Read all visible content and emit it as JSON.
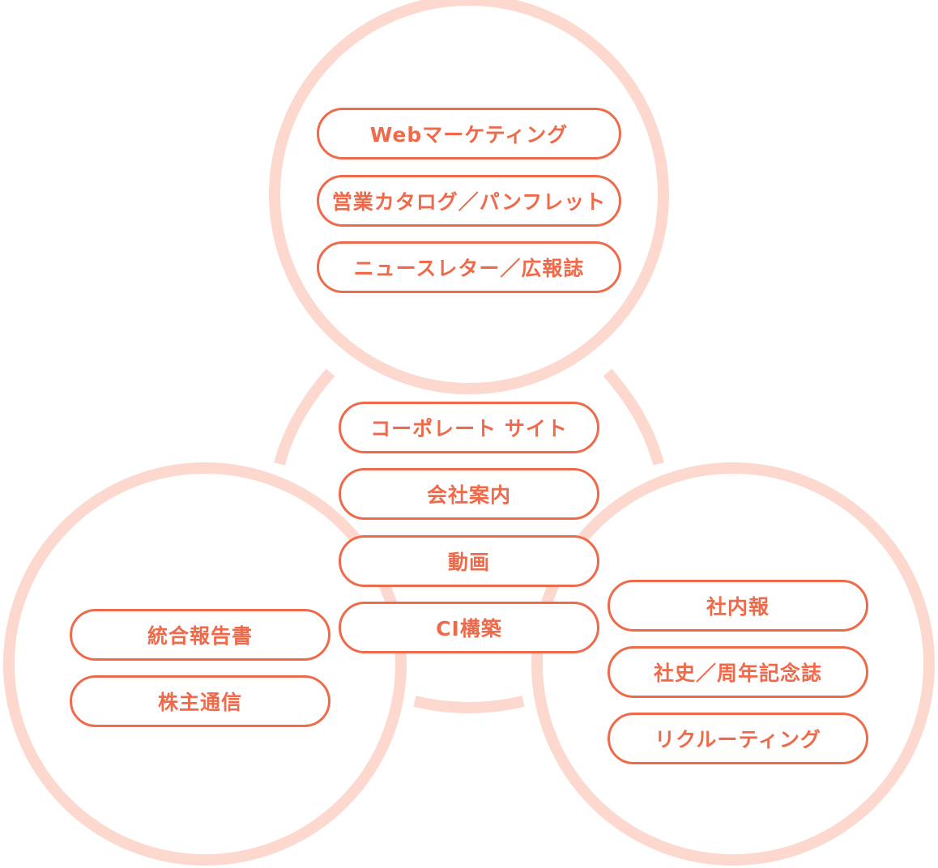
{
  "colors": {
    "accent": "#ef6a4b",
    "ring": "#fdd8cf",
    "background": "#ffffff"
  },
  "groups": {
    "top": {
      "items": [
        "Webマーケティング",
        "営業カタログ／パンフレット",
        "ニュースレター／広報誌"
      ]
    },
    "center": {
      "items": [
        "コーポレート サイト",
        "会社案内",
        "動画",
        "CI構築"
      ]
    },
    "left": {
      "items": [
        "統合報告書",
        "株主通信"
      ]
    },
    "right": {
      "items": [
        "社内報",
        "社史／周年記念誌",
        "リクルーティング"
      ]
    }
  }
}
